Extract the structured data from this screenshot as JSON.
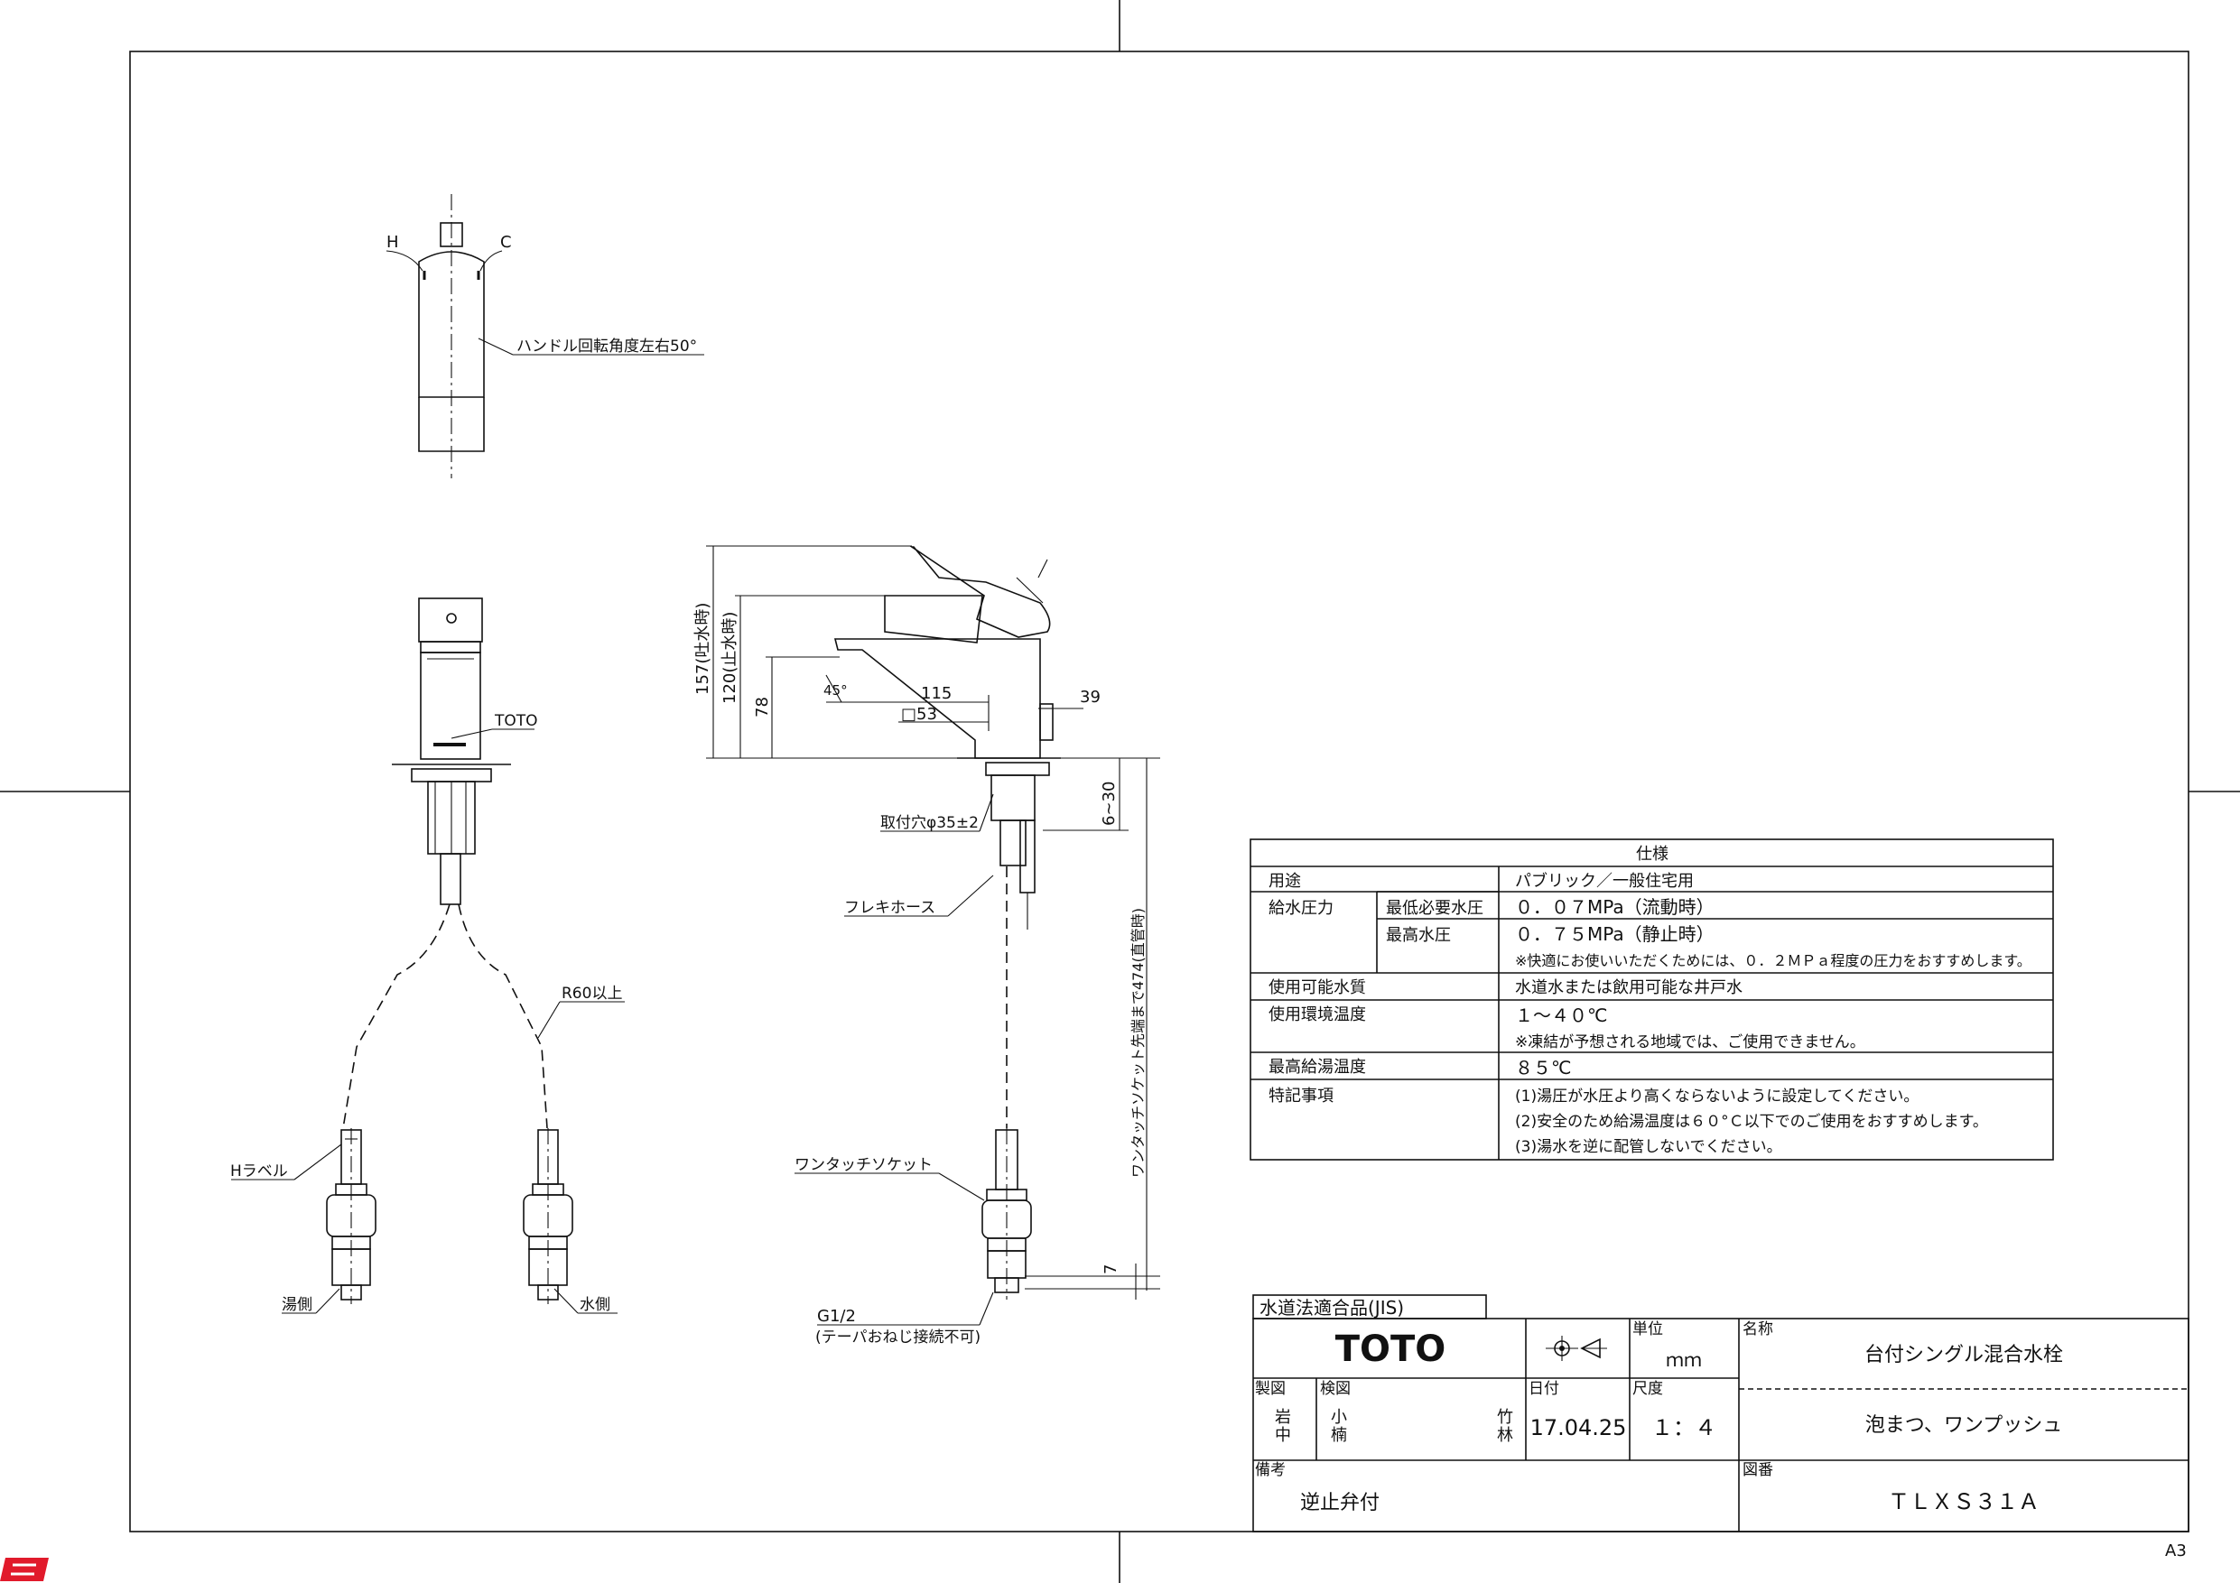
{
  "top_view": {
    "h_label": "H",
    "c_label": "C",
    "handle_note": "ハンドル回転角度左右50°"
  },
  "front_view": {
    "brand_label": "TOTO",
    "radius_note": "R60以上",
    "h_label_note": "Hラベル",
    "hot_side": "湯側",
    "cold_side": "水側"
  },
  "side_view": {
    "dims": {
      "h157": "157(吐水時)",
      "h120": "120(止水時)",
      "h78": "78",
      "d115": "115",
      "d39": "39",
      "sq53": "□53",
      "angle45": "45°",
      "d6_30": "6~30",
      "d474": "ワンタッチソケット先端まで474(直管時)",
      "d7": "7"
    },
    "notes": {
      "mount_hole": "取付穴φ35±2",
      "flex_hose": "フレキホース",
      "socket": "ワンタッチソケット",
      "g12": "G1/2",
      "g12_note": "(テーパおねじ接続不可)"
    }
  },
  "spec_table": {
    "title": "仕様",
    "rows": [
      {
        "label": "用途",
        "sub": "",
        "values": [
          "パブリック／一般住宅用"
        ]
      },
      {
        "label": "給水圧力",
        "sub": "最低必要水圧",
        "values": [
          "０．０７MPa（流動時）"
        ]
      },
      {
        "label": "",
        "sub": "最高水圧",
        "values": [
          "０．７５MPa（静止時）",
          "※快適にお使いいただくためには、０．２ＭＰａ程度の圧力をおすすめします。"
        ]
      },
      {
        "label": "使用可能水質",
        "sub": "",
        "values": [
          "水道水または飲用可能な井戸水"
        ]
      },
      {
        "label": "使用環境温度",
        "sub": "",
        "values": [
          "１～４０℃",
          "※凍結が予想される地域では、ご使用できません。"
        ]
      },
      {
        "label": "最高給湯温度",
        "sub": "",
        "values": [
          "８５℃"
        ]
      },
      {
        "label": "特記事項",
        "sub": "",
        "values": [
          "(1)湯圧が水圧より高くならないように設定してください。",
          "(2)安全のため給湯温度は６０°Ｃ以下でのご使用をおすすめします。",
          "(3)湯水を逆に配管しないでください。"
        ]
      }
    ]
  },
  "title_block": {
    "jis": "水道法適合品(JIS)",
    "logo": "TOTO",
    "unit_label": "単位",
    "unit_value": "ｍｍ",
    "name_label": "名称",
    "name_value": "台付シングル混合水栓",
    "subtitle": "泡まつ、ワンプッシュ",
    "drawn_label": "製図",
    "drawn_by_1": "岩",
    "drawn_by_2": "中",
    "checked_label": "検図",
    "checked_by_1": "小",
    "checked_by_2": "楠",
    "checked_by_3": "竹",
    "checked_by_4": "林",
    "date_label": "日付",
    "date_value": "17.04.25",
    "scale_label": "尺度",
    "scale_value": "１：４",
    "remarks_label": "備考",
    "remarks_value": "逆止弁付",
    "drawing_no_label": "図番",
    "drawing_no": "ＴＬＸＳ３１Ａ"
  },
  "sheet_size": "A3"
}
